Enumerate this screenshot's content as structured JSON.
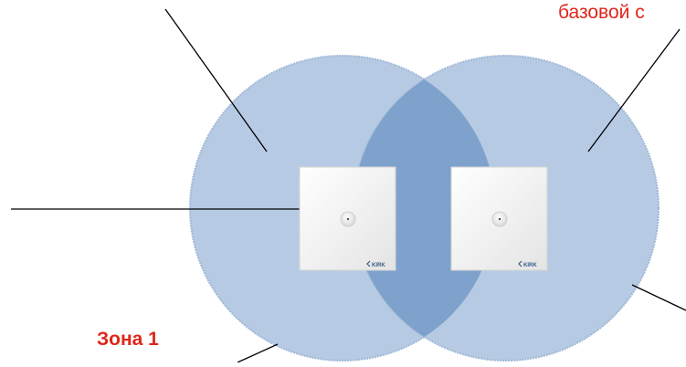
{
  "captions": {
    "top_right": "базовой с",
    "zone_1": "Зона 1"
  },
  "device": {
    "brand": "KIRK"
  },
  "colors": {
    "coverage_area": "#b6cbe3",
    "coverage_edge": "#9fb7d6",
    "overlap_area": "#7fa2cc",
    "device_body": "#f2f2f2",
    "caption_red": "#e0261b",
    "leader_line": "#000000"
  }
}
